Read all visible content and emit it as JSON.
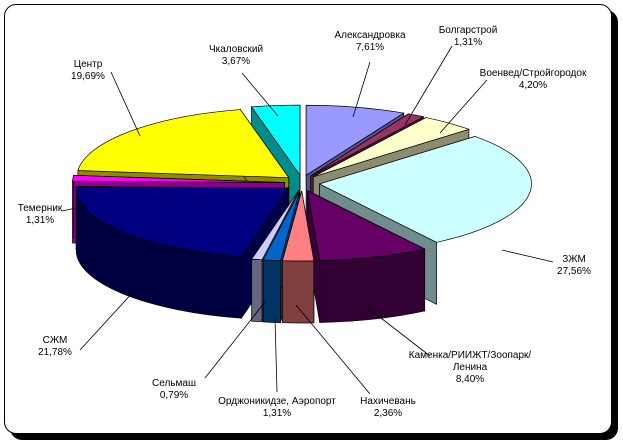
{
  "chart_data": {
    "type": "pie",
    "series": [
      {
        "values": [
          {
            "name": "Александровка",
            "value_label": "7,61%",
            "value": 7.61,
            "color": "#9999ff"
          },
          {
            "name": "Болгарстрой",
            "value_label": "1,31%",
            "value": 1.31,
            "color": "#993366"
          },
          {
            "name": "Военвед/Стройгородок",
            "value_label": "4,20%",
            "value": 4.2,
            "color": "#ffffcc"
          },
          {
            "name": "ЗЖМ",
            "value_label": "27,56%",
            "value": 27.56,
            "color": "#ccffff"
          },
          {
            "name": "Каменка/РИИЖТ/Зоопарк/ Ленина",
            "value_label": "8,40%",
            "value": 8.4,
            "color": "#660066"
          },
          {
            "name": "Нахичевань",
            "value_label": "2,36%",
            "value": 2.36,
            "color": "#ff8080"
          },
          {
            "name": "Орджоникидзе, Аэропорт",
            "value_label": "1,31%",
            "value": 1.31,
            "color": "#0066cc"
          },
          {
            "name": "Сельмаш",
            "value_label": "0,79%",
            "value": 0.79,
            "color": "#ccccff"
          },
          {
            "name": "СЖМ",
            "value_label": "21,78%",
            "value": 21.78,
            "color": "#000080"
          },
          {
            "name": "Темерник",
            "value_label": "1,31%",
            "value": 1.31,
            "color": "#ff00ff"
          },
          {
            "name": "Центр",
            "value_label": "19,69%",
            "value": 19.69,
            "color": "#ffff00"
          },
          {
            "name": "Чкаловский",
            "value_label": "3,67%",
            "value": 3.67,
            "color": "#00ffff"
          }
        ]
      }
    ],
    "legend": "none",
    "three_d": true,
    "exploded": true
  }
}
